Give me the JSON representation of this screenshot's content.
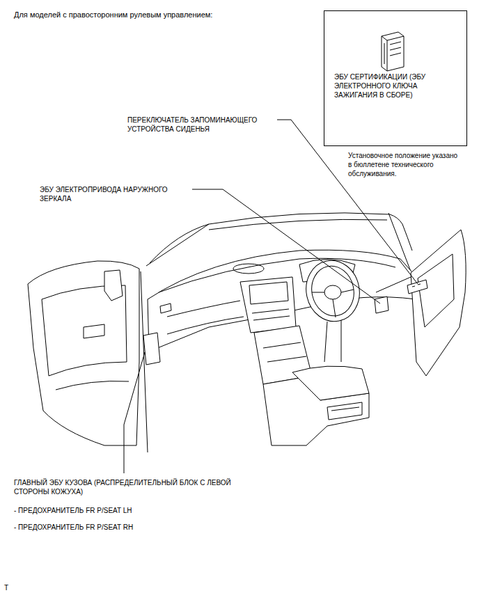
{
  "diagram": {
    "title": "Для моделей с правосторонним рулевым управлением:",
    "nodes": [
      {
        "text": [
          "ЭБУ СЕРТИФИКАЦИИ (ЭБУ ЭЛЕКТРОННОГО КЛЮЧА ЗАЖИГАНИЯ В СБОРЕ)"
        ]
      }
    ],
    "labels": [
      "Установочное положение указано в бюллетене технического обслуживания.",
      "ПЕРЕКЛЮЧАТЕЛЬ ЗАПОМИНАЮЩЕГО УСТРОЙСТВА СИДЕНЬЯ",
      "ЭБУ ЭЛЕКТРОПРИВОДА НАРУЖНОГО ЗЕРКАЛА",
      "ГЛАВНЫЙ ЭБУ КУЗОВА (РАСПРЕДЕЛИТЕЛЬНЫЙ БЛОК С ЛЕВОЙ СТОРОНЫ КОЖУХА)",
      "- ПРЕДОХРАНИТЕЛЬ FR P/SEAT LH",
      "- ПРЕДОХРАНИТЕЛЬ FR P/SEAT RH",
      "T"
    ]
  }
}
